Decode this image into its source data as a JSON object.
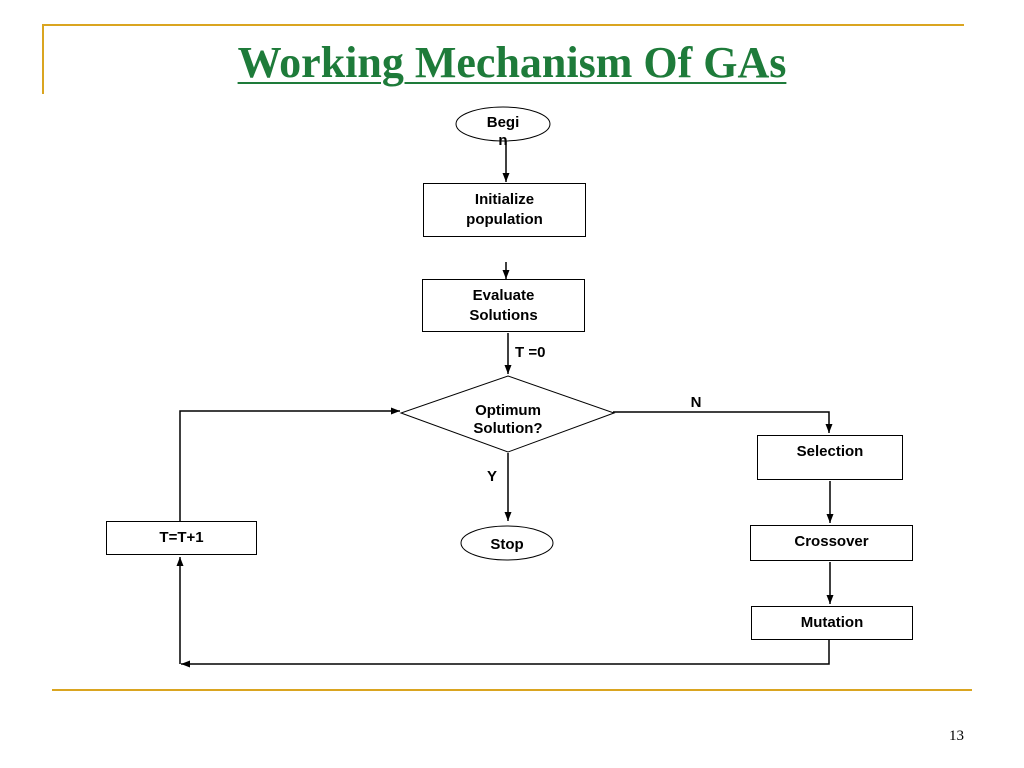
{
  "slide": {
    "title": "Working Mechanism Of GAs",
    "page_number": "13",
    "colors": {
      "title": "#1E7B3A",
      "rule": "#DAA520",
      "line": "#000000"
    }
  },
  "flowchart": {
    "begin": "Begi\nn",
    "initialize": "Initialize\npopulation",
    "evaluate": "Evaluate\nSolutions",
    "t_zero": "T =0",
    "decision": "Optimum\nSolution?",
    "no_label": "N",
    "yes_label": "Y",
    "stop": "Stop",
    "selection": "Selection",
    "crossover": "Crossover",
    "mutation": "Mutation",
    "increment": "T=T+1"
  }
}
